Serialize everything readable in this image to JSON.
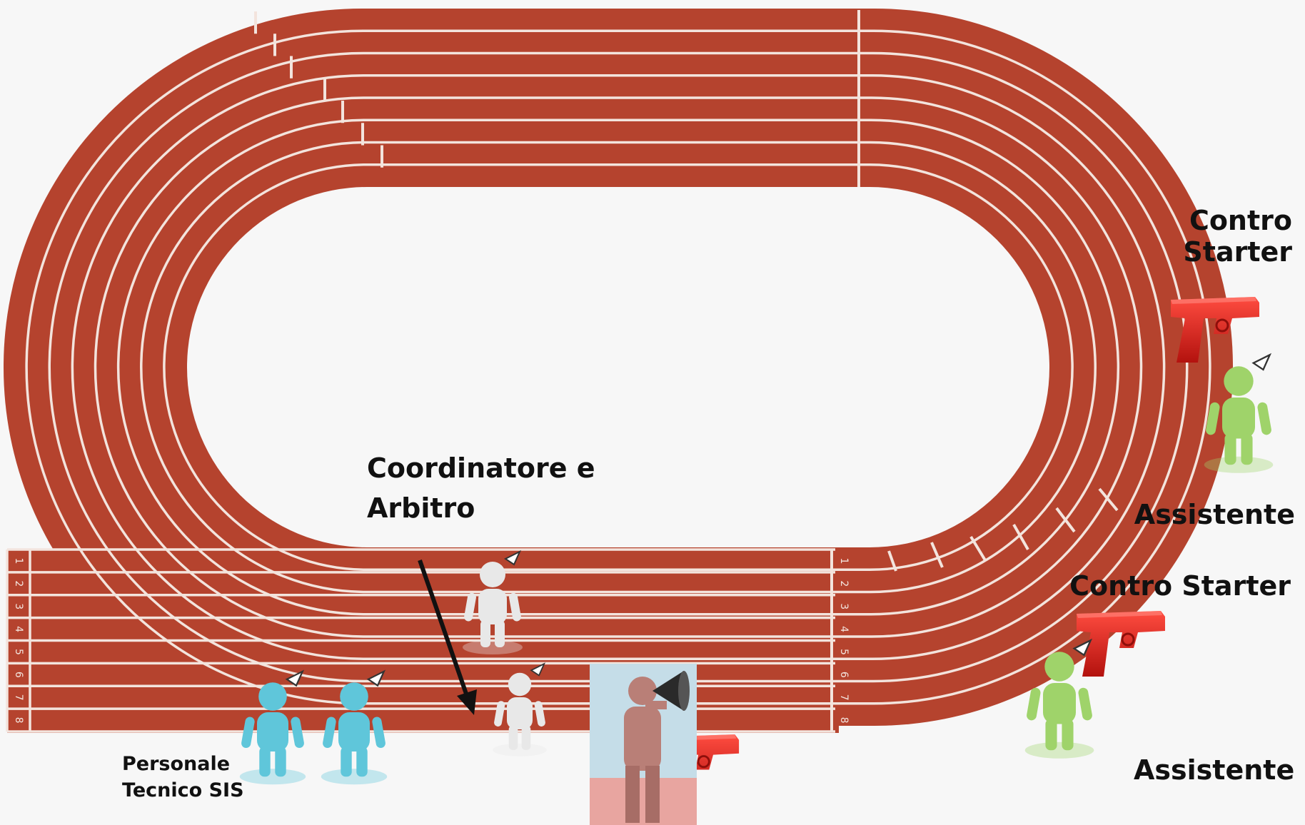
{
  "labels": {
    "contro_starter_top_line1": "Contro",
    "contro_starter_top_line2": "Starter",
    "assistente_top": "Assistente",
    "contro_starter_bottom": "Contro Starter",
    "assistente_bottom": "Assistente",
    "coordinatore_line1": "Coordinatore e",
    "coordinatore_line2": "Arbitro",
    "personale_line1": "Personale",
    "personale_line2": "Tecnico SIS"
  },
  "lane_numbers": [
    "1",
    "2",
    "3",
    "4",
    "5",
    "6",
    "7",
    "8"
  ],
  "colors": {
    "track": "#b5432e",
    "lane_line": "#f3e4dd",
    "infield": "#f7f7f7",
    "pistol": "#d6221b",
    "assistant_figure": "#9fd36a",
    "technician_figure": "#5fc6da",
    "official_figure": "#e8e8e8",
    "megaphone_figure": "#b97f77"
  },
  "icons": [
    "starter-pistol-icon",
    "assistant-figure-icon",
    "technician-figure-icon",
    "official-figure-icon",
    "megaphone-figure-icon"
  ]
}
